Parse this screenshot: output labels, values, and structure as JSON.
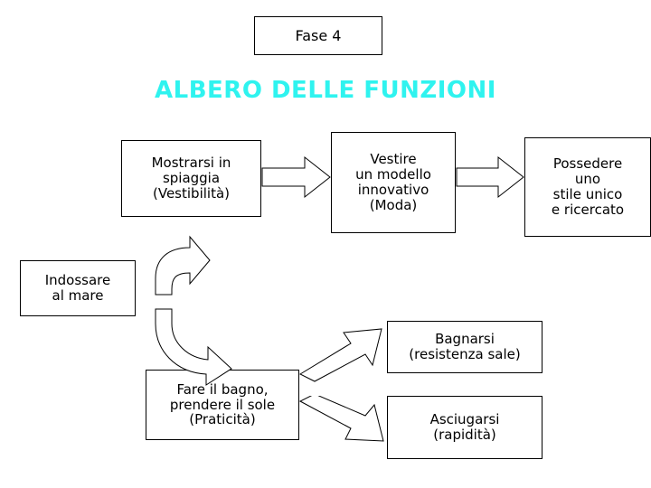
{
  "page": {
    "title_box": "Fase 4",
    "heading": "ALBERO DELLE FUNZIONI",
    "heading_color": "#2ff3ef",
    "background": "#ffffff",
    "border_color": "#000000"
  },
  "nodes": [
    {
      "id": "mostrarsi",
      "text": "Mostrarsi in\nspiaggia\n(Vestibilità)"
    },
    {
      "id": "vestire",
      "text": "Vestire\nun modello\ninnovativo\n(Moda)"
    },
    {
      "id": "possedere",
      "text": "Possedere\nuno\nstile unico\ne ricercato"
    },
    {
      "id": "indossare",
      "text": "Indossare\nal mare"
    },
    {
      "id": "bagnarsi",
      "text": "Bagnarsi\n(resistenza sale)"
    },
    {
      "id": "fare-il-bagno",
      "text": "Fare il bagno,\nprendere il sole\n(Praticità)"
    },
    {
      "id": "asciugarsi",
      "text": "Asciugarsi\n(rapidità)"
    }
  ],
  "arrows": [
    {
      "id": "mostrarsi-to-vestire",
      "direction": "right"
    },
    {
      "id": "vestire-to-possedere",
      "direction": "right"
    },
    {
      "id": "indossare-to-mostrarsi",
      "direction": "up"
    },
    {
      "id": "indossare-to-fare-il-bagno",
      "direction": "down-right"
    },
    {
      "id": "fare-il-bagno-to-bagnarsi",
      "direction": "up-right"
    },
    {
      "id": "fare-il-bagno-to-asciugarsi",
      "direction": "down-right"
    }
  ]
}
